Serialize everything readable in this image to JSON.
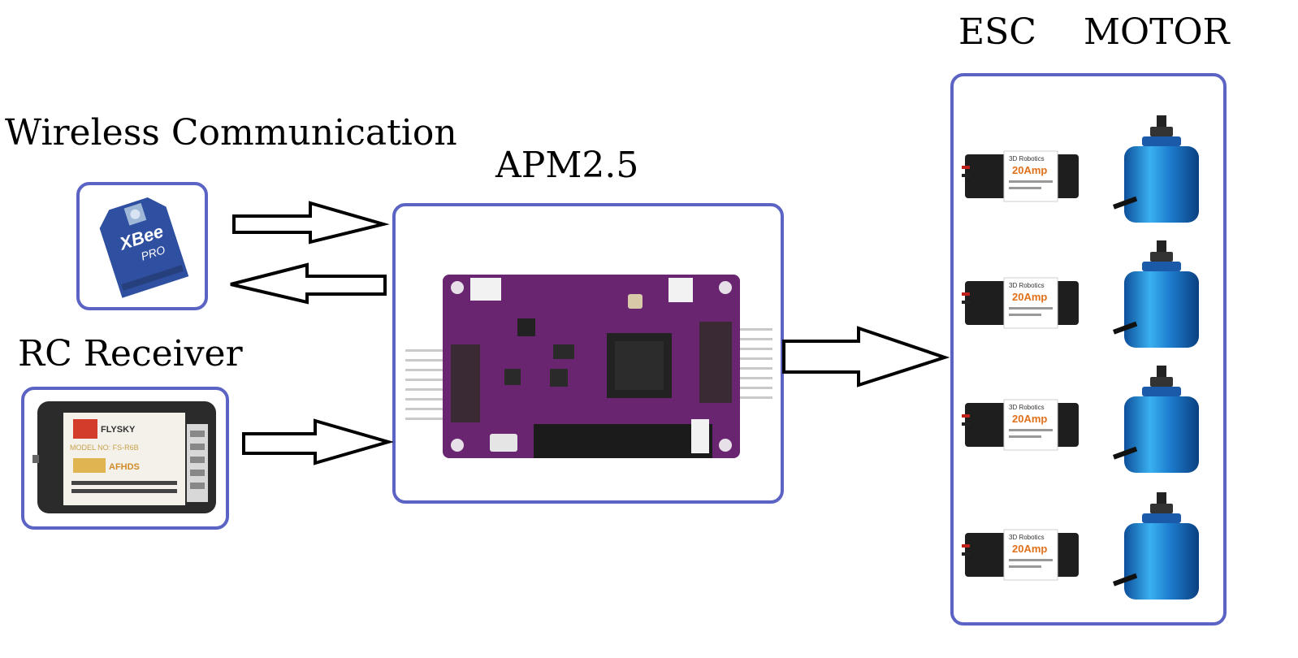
{
  "labels": {
    "wireless": "Wireless Communication",
    "rc": "RC Receiver",
    "apm": "APM2.5",
    "esc": "ESC",
    "motor": "MOTOR"
  },
  "xbee": {
    "brand": "XBee",
    "model": "PRO"
  },
  "receiver": {
    "brand": "FLYSKY",
    "model": "MODEL NO: FS-R6B",
    "badge": "AFHDS"
  },
  "esc_module": {
    "brand": "3D Robotics",
    "rating": "20Amp"
  },
  "colors": {
    "box_border": "#5b63c4",
    "arrow": "#000000",
    "board": "#6a2570",
    "motor": "#1e7fd0"
  }
}
